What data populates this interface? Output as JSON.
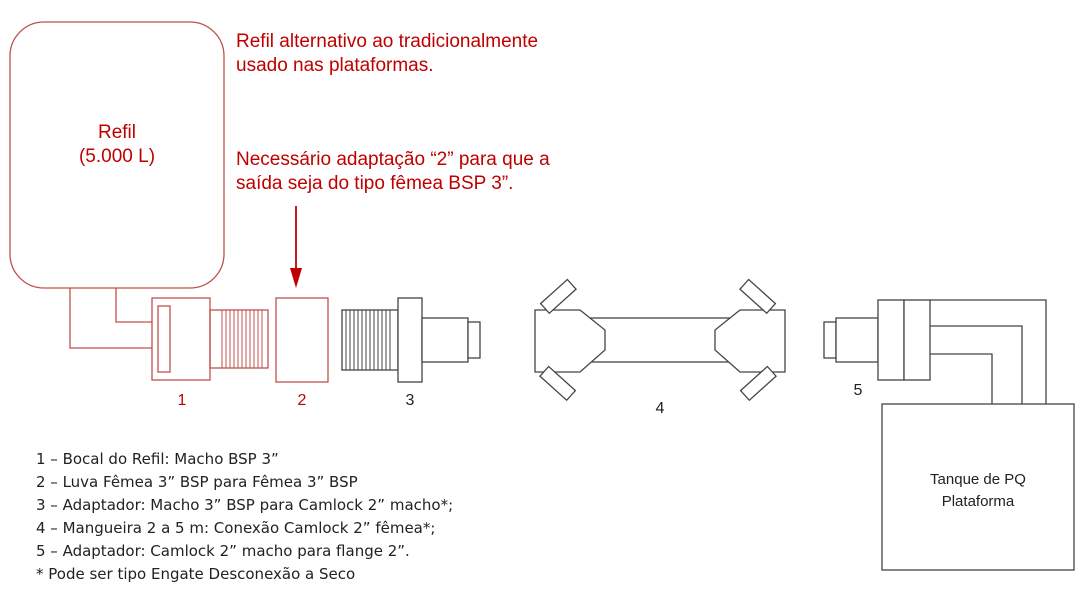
{
  "colors": {
    "red": "#c00000",
    "dark": "#222222",
    "grey": "#555555"
  },
  "refil": {
    "label_line1": "Refil",
    "label_line2": "(5.000 L)"
  },
  "notes": {
    "note1_line1": "Refil alternativo ao tradicionalmente",
    "note1_line2": "usado nas plataformas.",
    "note2_line1": "Necessário adaptação “2” para que a",
    "note2_line2": "saída seja do tipo fêmea BSP 3”."
  },
  "part_numbers": {
    "p1": "1",
    "p2": "2",
    "p3": "3",
    "p4": "4",
    "p5": "5"
  },
  "tank": {
    "line1": "Tanque de PQ",
    "line2": "Plataforma"
  },
  "legend": [
    "1 – Bocal do Refil: Macho BSP 3”",
    "2 – Luva Fêmea 3” BSP para Fêmea 3” BSP",
    "3 – Adaptador: Macho 3” BSP para Camlock 2” macho*;",
    "4 – Mangueira 2 a 5 m: Conexão Camlock 2” fêmea*;",
    "5 – Adaptador: Camlock 2” macho para flange 2”.",
    "* Pode ser tipo Engate Desconexão a Seco"
  ]
}
